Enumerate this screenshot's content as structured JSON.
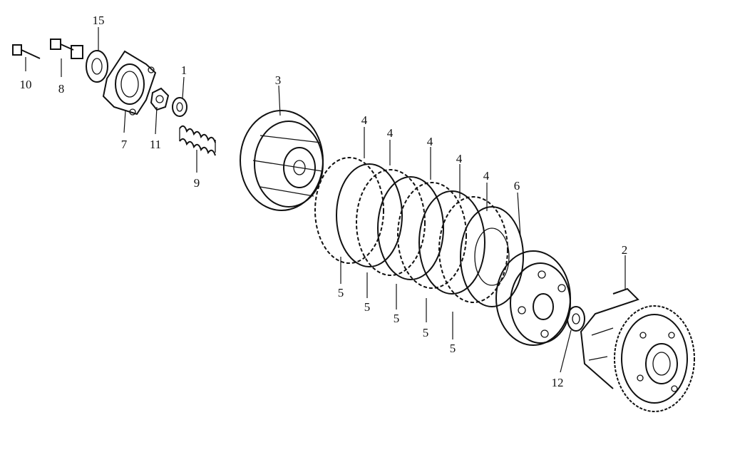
{
  "callouts": [
    {
      "id": "c15a",
      "text": "15"
    },
    {
      "id": "c10",
      "text": "10"
    },
    {
      "id": "c8",
      "text": "8"
    },
    {
      "id": "c1",
      "text": "1"
    },
    {
      "id": "c7",
      "text": "7"
    },
    {
      "id": "c11",
      "text": "11"
    },
    {
      "id": "c9",
      "text": "9"
    },
    {
      "id": "c3",
      "text": "3"
    },
    {
      "id": "c4a",
      "text": "4"
    },
    {
      "id": "c4b",
      "text": "4"
    },
    {
      "id": "c4c",
      "text": "4"
    },
    {
      "id": "c4d",
      "text": "4"
    },
    {
      "id": "c4e",
      "text": "4"
    },
    {
      "id": "c6",
      "text": "6"
    },
    {
      "id": "c2",
      "text": "2"
    },
    {
      "id": "c5a",
      "text": "5"
    },
    {
      "id": "c5b",
      "text": "5"
    },
    {
      "id": "c5c",
      "text": "5"
    },
    {
      "id": "c5d",
      "text": "5"
    },
    {
      "id": "c5e",
      "text": "5"
    },
    {
      "id": "c12",
      "text": "12"
    }
  ],
  "colors": {
    "ink": "#111111",
    "paper": "#ffffff"
  }
}
